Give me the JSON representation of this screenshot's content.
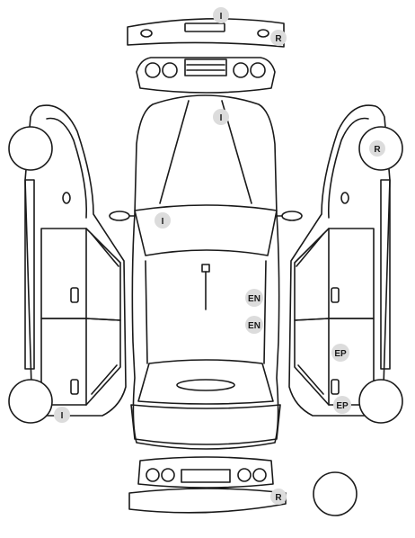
{
  "colors": {
    "line": "#1a1a1a",
    "badge_fill": "#dcdcdc",
    "background": "#ffffff"
  },
  "markers": [
    {
      "id": "front-bumper",
      "code": "I"
    },
    {
      "id": "front-bumper-right",
      "code": "R"
    },
    {
      "id": "hood",
      "code": "I"
    },
    {
      "id": "windshield",
      "code": "I"
    },
    {
      "id": "roof-1",
      "code": "EN"
    },
    {
      "id": "roof-2",
      "code": "EN"
    },
    {
      "id": "right-rear-door",
      "code": "EP"
    },
    {
      "id": "right-rear-wheel",
      "code": "EP"
    },
    {
      "id": "right-front-wheel",
      "code": "R"
    },
    {
      "id": "left-rear-wheel",
      "code": "I"
    },
    {
      "id": "rear-bumper",
      "code": "R"
    }
  ]
}
